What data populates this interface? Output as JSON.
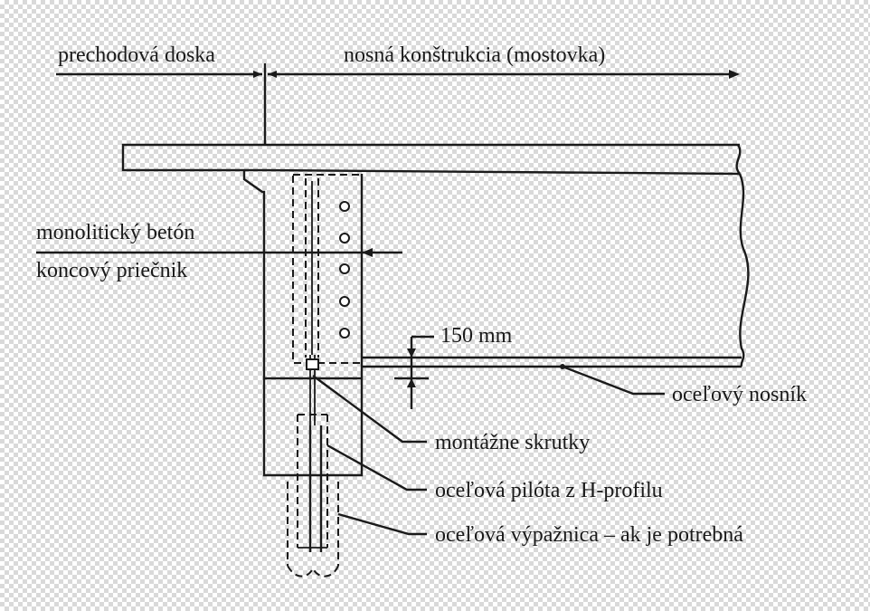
{
  "labels": {
    "approach_slab": "prechodová doska",
    "superstructure": "nosná konštrukcia (mostovka)",
    "monolithic_concrete": "monolitický betón",
    "end_crossbeam": "koncový priečnik",
    "dimension": "150 mm",
    "steel_girder": "oceľový nosník",
    "assembly_bolts": "montážne skrutky",
    "steel_pile": "oceľová pilóta z H-profilu",
    "steel_casing": "oceľová výpažnica – ak je potrebná"
  },
  "colors": {
    "ink": "#1a1a1a",
    "background": "#ffffff",
    "checker": "#d9d9d9"
  }
}
